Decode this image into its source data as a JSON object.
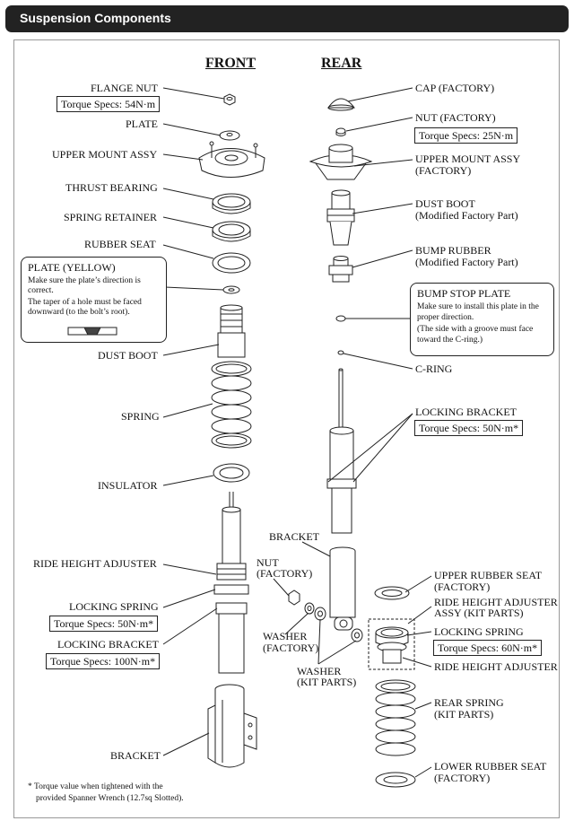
{
  "title": "Suspension Components",
  "headers": {
    "front": "FRONT",
    "rear": "REAR"
  },
  "front": {
    "flange_nut": "FLANGE NUT",
    "flange_nut_torque": "Torque Specs: 54N·m",
    "plate": "PLATE",
    "upper_mount": "UPPER MOUNT ASSY",
    "thrust_bearing": "THRUST BEARING",
    "spring_retainer": "SPRING RETAINER",
    "rubber_seat": "RUBBER SEAT",
    "dust_boot": "DUST BOOT",
    "spring": "SPRING",
    "insulator": "INSULATOR",
    "ride_height_adjuster": "RIDE HEIGHT ADJUSTER",
    "locking_spring": "LOCKING SPRING",
    "locking_spring_torque": "Torque Specs: 50N·m*",
    "locking_bracket": "LOCKING BRACKET",
    "locking_bracket_torque": "Torque Specs: 100N·m*",
    "bracket": "BRACKET"
  },
  "plate_note": {
    "title": "PLATE (YELLOW)",
    "line1": "Make sure the plate’s direction is",
    "line2": "correct.",
    "line3": "The taper of a hole must be faced",
    "line4": "downward (to the bolt’s root)."
  },
  "rear": {
    "cap": "CAP (FACTORY)",
    "nut": "NUT (FACTORY)",
    "nut_torque": "Torque Specs: 25N·m",
    "upper_mount_1": "UPPER MOUNT ASSY",
    "upper_mount_2": "(FACTORY)",
    "dust_boot_1": "DUST BOOT",
    "dust_boot_2": "(Modified Factory Part)",
    "bump_rubber_1": "BUMP RUBBER",
    "bump_rubber_2": "(Modified Factory Part)",
    "c_ring": "C-RING",
    "locking_bracket": "LOCKING BRACKET",
    "locking_bracket_torque": "Torque Specs: 50N·m*",
    "bracket": "BRACKET",
    "nut_factory_1": "NUT",
    "nut_factory_2": "(FACTORY)",
    "washer_factory_1": "WASHER",
    "washer_factory_2": "(FACTORY)",
    "washer_kit_1": "WASHER",
    "washer_kit_2": "(KIT PARTS)",
    "upper_rubber_seat_1": "UPPER RUBBER SEAT",
    "upper_rubber_seat_2": "(FACTORY)",
    "rha_assy_1": "RIDE HEIGHT ADJUSTER",
    "rha_assy_2": "ASSY (KIT PARTS)",
    "locking_spring": "LOCKING SPRING",
    "locking_spring_torque": "Torque Specs: 60N·m*",
    "ride_height_adjuster": "RIDE HEIGHT ADJUSTER",
    "rear_spring_1": "REAR SPRING",
    "rear_spring_2": "(KIT PARTS)",
    "lower_rubber_seat_1": "LOWER RUBBER SEAT",
    "lower_rubber_seat_2": "(FACTORY)"
  },
  "bump_note": {
    "title": "BUMP STOP PLATE",
    "line1": "Make sure to install this plate in the",
    "line2": "proper direction.",
    "line3": "(The side with a groove must face",
    "line4": "toward the C-ring.)"
  },
  "footnote": {
    "line1": "* Torque value when tightened with the",
    "line2": "provided Spanner Wrench (12.7sq Slotted)."
  },
  "colors": {
    "title_bar": "#222222",
    "line": "#222222"
  }
}
